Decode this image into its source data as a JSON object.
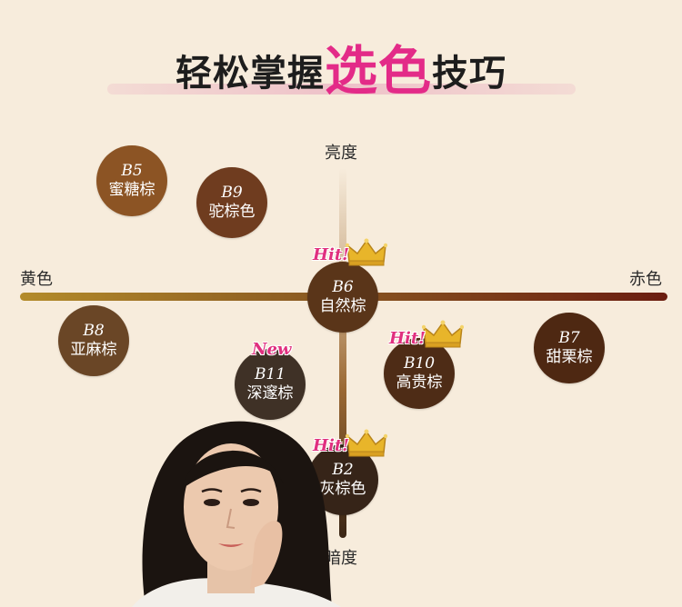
{
  "title": {
    "part1": "轻松掌握",
    "highlight": "选色",
    "part2": "技巧"
  },
  "axes": {
    "top": "亮度",
    "bottom": "暗度",
    "left": "黄色",
    "right": "赤色"
  },
  "swatches": [
    {
      "code": "B5",
      "name": "蜜糖棕",
      "color": "#8c5424"
    },
    {
      "code": "B9",
      "name": "驼棕色",
      "color": "#6f3c1f"
    },
    {
      "code": "B6",
      "name": "自然棕",
      "color": "#5a3519"
    },
    {
      "code": "B8",
      "name": "亚麻棕",
      "color": "#6a4626"
    },
    {
      "code": "B11",
      "name": "深邃棕",
      "color": "#3f3126"
    },
    {
      "code": "B10",
      "name": "高贵棕",
      "color": "#4e2c16"
    },
    {
      "code": "B7",
      "name": "甜栗棕",
      "color": "#4e2812"
    },
    {
      "code": "B2",
      "name": "灰棕色",
      "color": "#362418"
    }
  ],
  "badges": {
    "hit": "Hit!",
    "new": "New"
  },
  "colors": {
    "accent": "#e32b88",
    "background": "#f7ecdc",
    "gold": "#e8b52a"
  }
}
